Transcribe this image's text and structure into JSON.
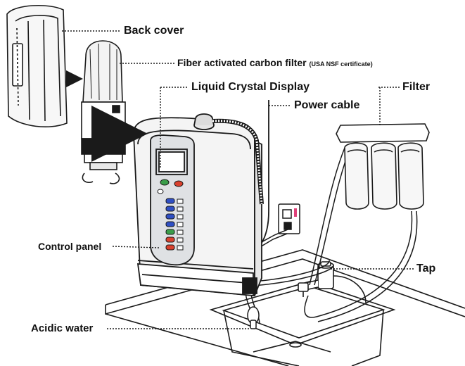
{
  "labels": {
    "back_cover": "Back cover",
    "carbon_filter": "Fiber activated carbon filter",
    "carbon_filter_note": "(USA NSF certificate)",
    "lcd": "Liquid Crystal Display",
    "power_cable": "Power cable",
    "filter": "Filter",
    "control_panel": "Control panel",
    "tap": "Tap",
    "acidic_water": "Acidic water"
  },
  "colors": {
    "line": "#1a1a1a",
    "button_green": "#3a9d4a",
    "button_red": "#d9412e",
    "button_blue": "#2f4fc4",
    "lcd_screen": "#d6d8db",
    "filter_band": "#1a1a1a",
    "outlet_accent": "#e0417a"
  }
}
